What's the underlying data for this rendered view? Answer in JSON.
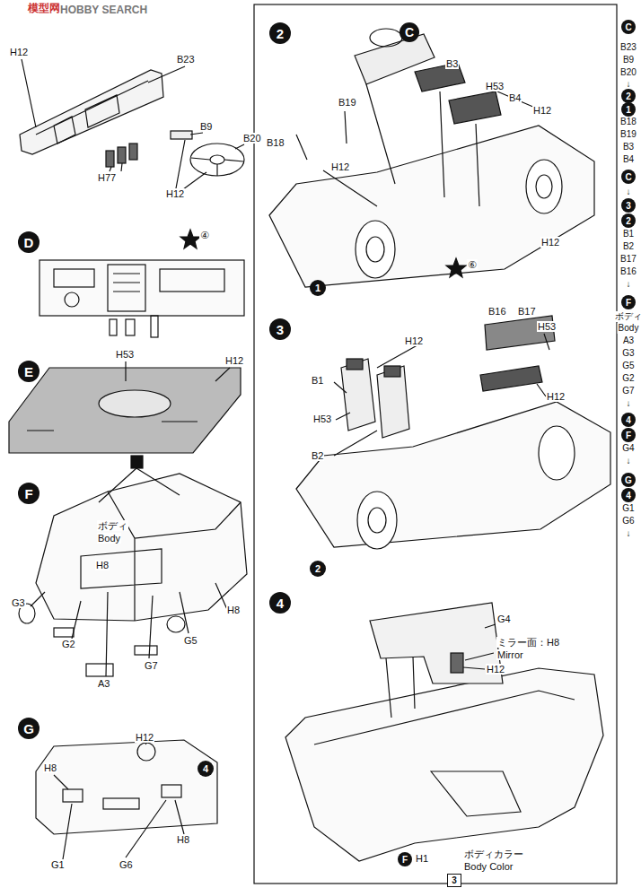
{
  "diagram": {
    "nodes": [
      {
        "text": [
          "D"
        ]
      },
      {
        "text": [
          "E"
        ]
      },
      {
        "text": [
          "F"
        ]
      },
      {
        "text": [
          "G"
        ]
      },
      {
        "text": [
          "4"
        ]
      },
      {
        "text": [
          "2"
        ]
      },
      {
        "text": [
          "C"
        ]
      },
      {
        "text": [
          "1"
        ]
      },
      {
        "text": [
          "3"
        ]
      },
      {
        "text": [
          "2"
        ]
      },
      {
        "text": [
          "4"
        ]
      },
      {
        "text": [
          "F"
        ]
      },
      {
        "text": [
          "3"
        ]
      },
      {
        "text": [
          "C"
        ]
      },
      {
        "text": [
          "2"
        ]
      },
      {
        "text": [
          "1"
        ]
      },
      {
        "text": [
          "C"
        ]
      },
      {
        "text": [
          "3"
        ]
      },
      {
        "text": [
          "2"
        ]
      },
      {
        "text": [
          "F"
        ]
      },
      {
        "text": [
          "4"
        ]
      },
      {
        "text": [
          "F"
        ]
      },
      {
        "text": [
          "G"
        ]
      },
      {
        "text": [
          "4"
        ]
      }
    ],
    "labels": [
      "模型网",
      "HOBBY SEARCH",
      "H12",
      "B23",
      "B9",
      "B20",
      "H77",
      "H12",
      "④",
      "H53",
      "H12",
      "ボディ",
      "Body",
      "H8",
      "G3",
      "G2",
      "A3",
      "G7",
      "G5",
      "H8",
      "H12",
      "H8",
      "G1",
      "G6",
      "H8",
      "B3",
      "H53",
      "B4",
      "H12",
      "B19",
      "B18",
      "H12",
      "H12",
      "⑥",
      "B16",
      "B17",
      "H53",
      "H12",
      "B1",
      "H53",
      "B2",
      "H12",
      "G4",
      "ミラー面：H8",
      "Mirror",
      "H12",
      "H1",
      "ボディカラー",
      "Body Color",
      "B23",
      "B9",
      "B20",
      "↓",
      "B18",
      "B19",
      "B3",
      "B4",
      "↓",
      "B1",
      "B2",
      "B17",
      "B16",
      "↓",
      "ボディ",
      "Body",
      "A3",
      "G3",
      "G5",
      "G2",
      "G7",
      "↓",
      "G4",
      "↓",
      "G1",
      "G6",
      "↓"
    ]
  }
}
